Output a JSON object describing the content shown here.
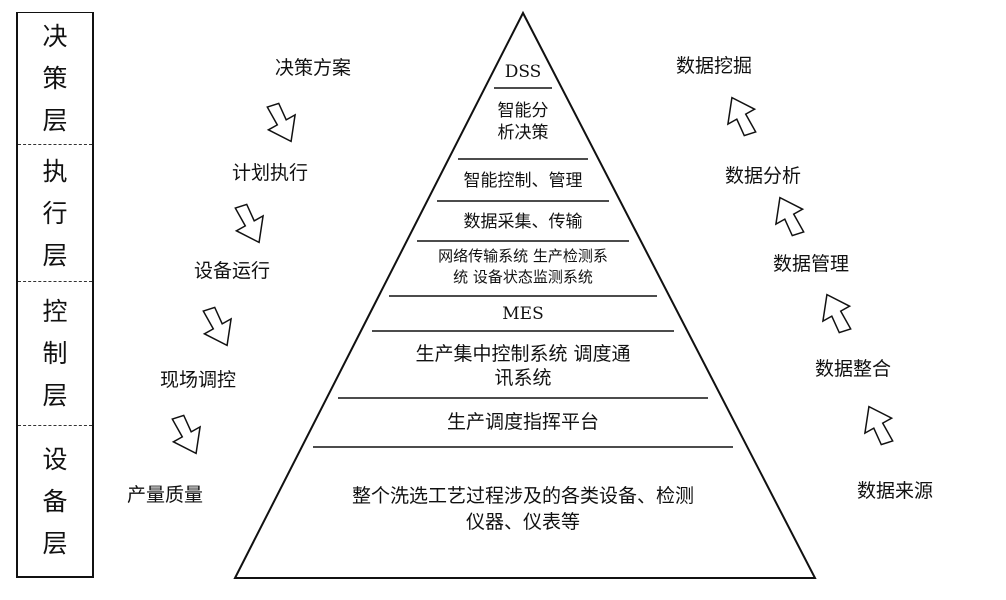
{
  "layers": [
    {
      "chars": [
        "决",
        "策",
        "层"
      ]
    },
    {
      "chars": [
        "执",
        "行",
        "层"
      ]
    },
    {
      "chars": [
        "控",
        "制",
        "层"
      ]
    },
    {
      "chars": [
        "设",
        "备",
        "层"
      ]
    }
  ],
  "left_flow": [
    "决策方案",
    "计划执行",
    "设备运行",
    "现场调控",
    "产量质量"
  ],
  "right_flow": [
    "数据挖掘",
    "数据分析",
    "数据管理",
    "数据整合",
    "数据来源"
  ],
  "pyramid": {
    "dss": "DSS",
    "smart_analysis": [
      "智能分",
      "析决策"
    ],
    "smart_control": "智能控制、管理",
    "data_collect": "数据采集、传输",
    "network": [
      "网络传输系统 生产检测系",
      "统 设备状态监测系统"
    ],
    "mes": "MES",
    "central_control": [
      "生产集中控制系统 调度通",
      "讯系统"
    ],
    "dispatch": "生产调度指挥平台",
    "base": [
      "整个洗选工艺过程涉及的各类设备、检测",
      "仪器、仪表等"
    ]
  }
}
